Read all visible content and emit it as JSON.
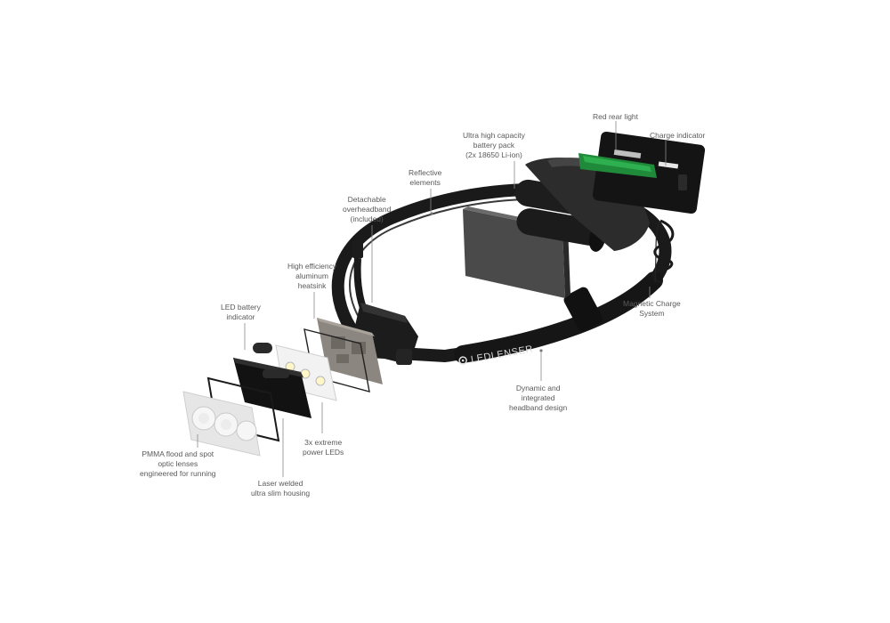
{
  "brand": {
    "logo_text": "LEDLENSER"
  },
  "callouts": {
    "red_rear_light": "Red rear light",
    "charge_indicator": "Charge indicator",
    "battery_pack": "Ultra high capacity\nbattery pack\n(2x 18650 Li-ion)",
    "reflective_elements": "Reflective\nelements",
    "overheadband": "Detachable\noverheadband\n(included)",
    "heatsink": "High efficiency\naluminum\nheatsink",
    "led_battery_indicator": "LED battery\nindicator",
    "magnetic_charge": "Magnetic Charge\nSystem",
    "dynamic_headband": "Dynamic and\nintegrated\nheadband design",
    "power_leds": "3x extreme\npower LEDs",
    "pmma_lenses": "PMMA flood and spot\noptic lenses\nengineered for running",
    "laser_welded_housing": "Laser welded\nultra slim housing"
  },
  "colors": {
    "strap": "#1a1a1a",
    "strap_highlight": "#3a3a3a",
    "battery": "#2b2b2b",
    "pcb_green": "#1f8a3a",
    "heatsink": "#8c8680",
    "housing": "#121212",
    "lens": "#e6e6e6"
  }
}
